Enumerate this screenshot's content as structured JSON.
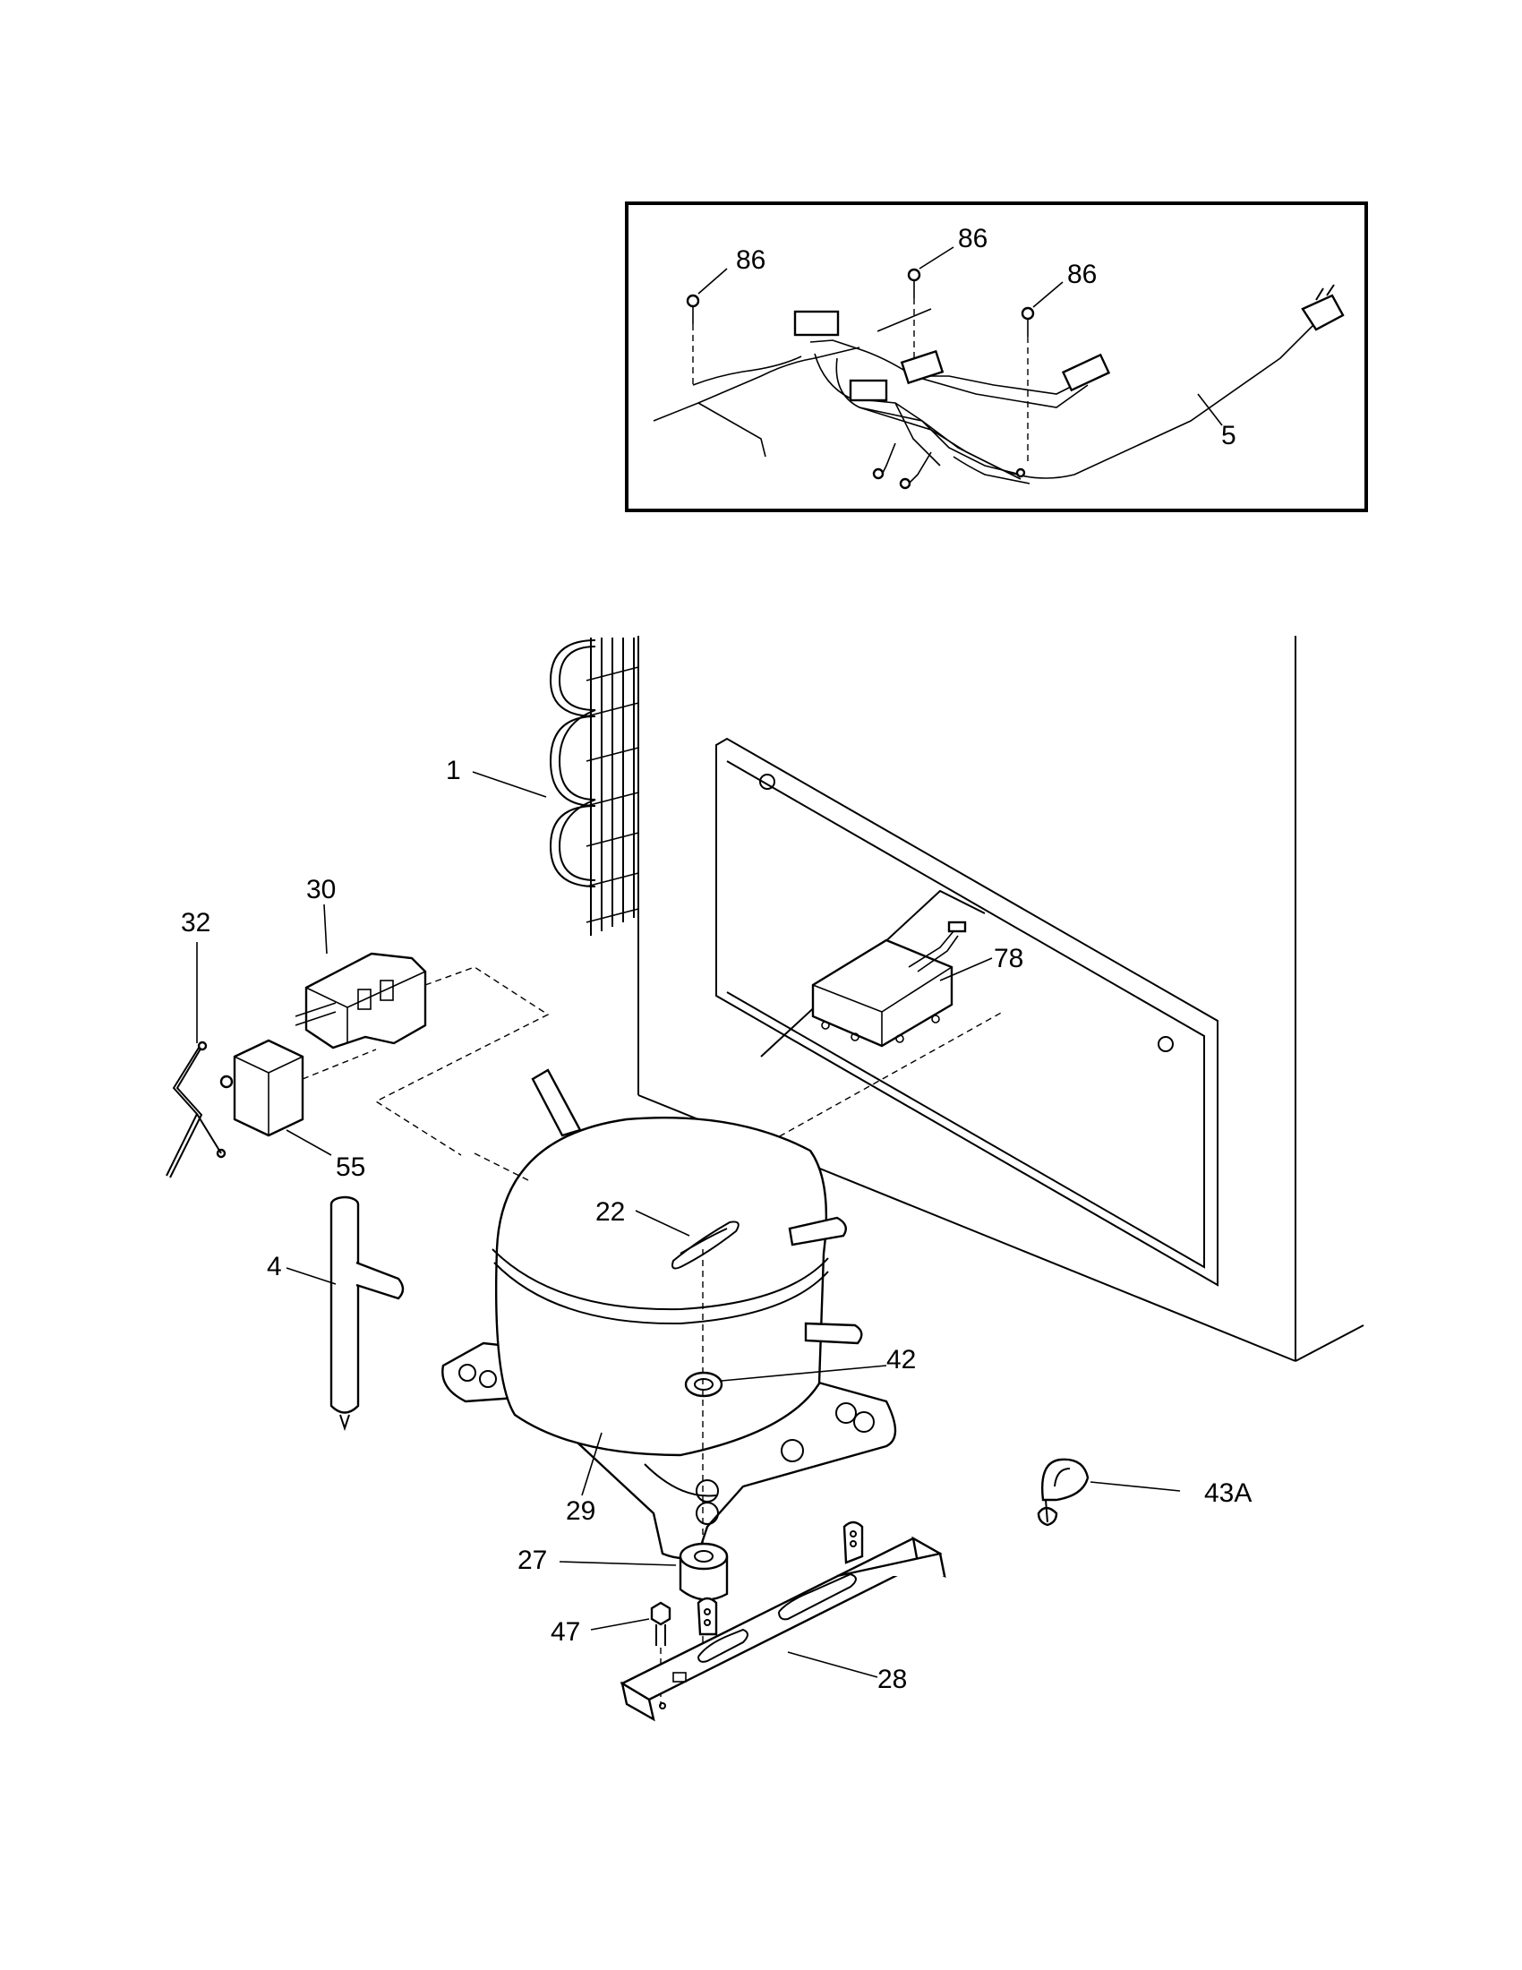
{
  "diagram": {
    "inset_labels": {
      "screw_a": "86",
      "screw_b": "86",
      "screw_c": "86",
      "harness": "5"
    },
    "labels": {
      "condenser": "1",
      "relay_housing": "30",
      "wire_clip": "32",
      "overload_relay": "55",
      "drier": "4",
      "clip_22": "22",
      "grommet_42": "42",
      "compressor": "29",
      "control_box": "78",
      "clamp": "43A",
      "mount_27": "27",
      "bolt": "47",
      "bracket": "28"
    }
  }
}
